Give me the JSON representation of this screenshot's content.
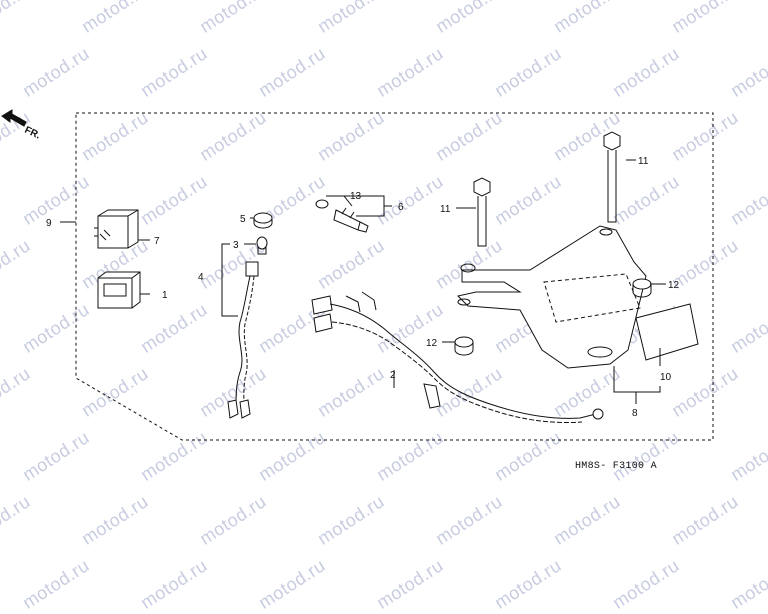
{
  "watermark": "motod.ru",
  "direction_label": "FR.",
  "diagram_code": "HM8S- F3100 A",
  "callouts": {
    "c1": "1",
    "c2": "2",
    "c3": "3",
    "c4": "4",
    "c5": "5",
    "c6": "6",
    "c7": "7",
    "c8": "8",
    "c9": "9",
    "c10": "10",
    "c11a": "11",
    "c11b": "11",
    "c12a": "12",
    "c12b": "12",
    "c13": "13"
  },
  "colors": {
    "line": "#111111",
    "watermark": "#9aa3c7",
    "background": "#ffffff"
  }
}
